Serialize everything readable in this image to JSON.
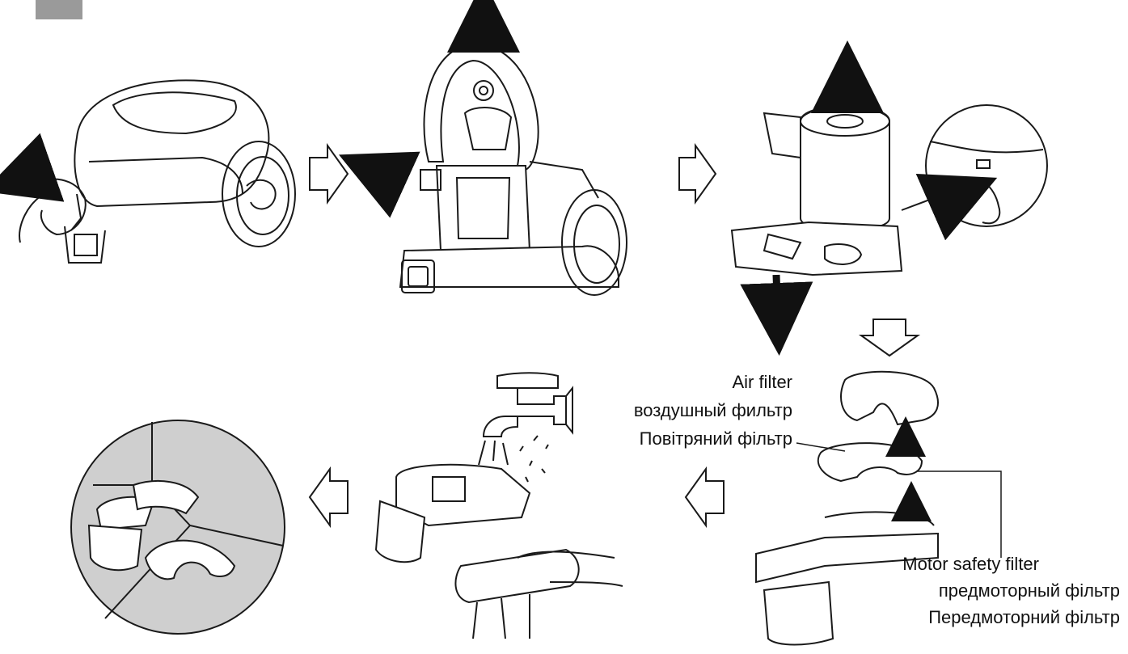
{
  "colors": {
    "line": "#1a1a1a",
    "fill": "#ffffff",
    "gray_tab": "#9a9a9a",
    "circle_bg": "#cfcfcf",
    "arrow_fill": "#111111"
  },
  "labels": {
    "air_filter": {
      "en": "Air filter",
      "ru": "воздушный фильтр",
      "uk": "Повітряний фільтр"
    },
    "motor_filter": {
      "en": "Motor safety filter",
      "ru": "предмоторный фільтр",
      "uk": "Передмоторний фільтр"
    }
  },
  "steps": [
    {
      "name": "pull-handle-out"
    },
    {
      "name": "open-lid-remove-dust-bin"
    },
    {
      "name": "press-release-lift-cyclone"
    },
    {
      "name": "separate-filters"
    },
    {
      "name": "wash-filters-under-water"
    },
    {
      "name": "dry-and-reassemble"
    }
  ]
}
